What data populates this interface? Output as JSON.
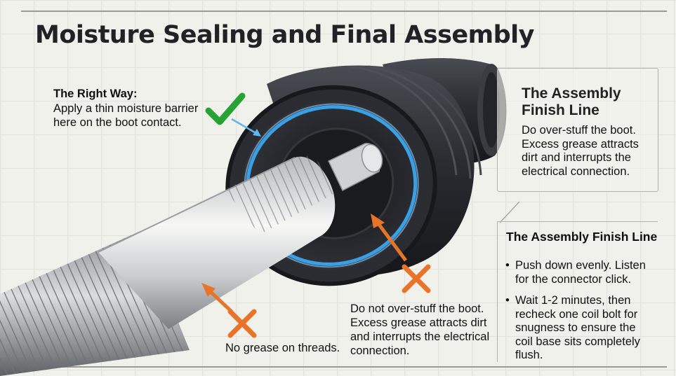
{
  "title": "Moisture Sealing and Final Assembly",
  "callouts": {
    "right_way": {
      "heading": "The Right Way:",
      "text": "Apply a thin moisture barrier here on the boot contact."
    },
    "boot_warning": {
      "text": "Do not over-stuff the boot. Excess grease attracts dirt and interrupts the electrical connection."
    },
    "threads_warning": {
      "text": "No grease on threads."
    }
  },
  "card_top": {
    "heading": "The Assembly Finish Line",
    "text": "Do over-stuff the boot. Excess grease attracts dirt and  interrupts the electrical connection."
  },
  "card_bottom": {
    "heading": "The Assembly Finish Line",
    "bullet_symbol": "•",
    "items": [
      "Push down evenly. Listen for the connector click.",
      "Wait 1-2 minutes, then recheck one coil bolt for snugness to ensure the coil base sits completely flush."
    ]
  },
  "icons": {
    "check": "check-icon",
    "cross": "x-icon"
  },
  "colors": {
    "check_green": "#27a335",
    "cross_orange": "#e8742a",
    "glow_blue": "#3aa6f0",
    "boot_dark": "#2b2d33"
  }
}
